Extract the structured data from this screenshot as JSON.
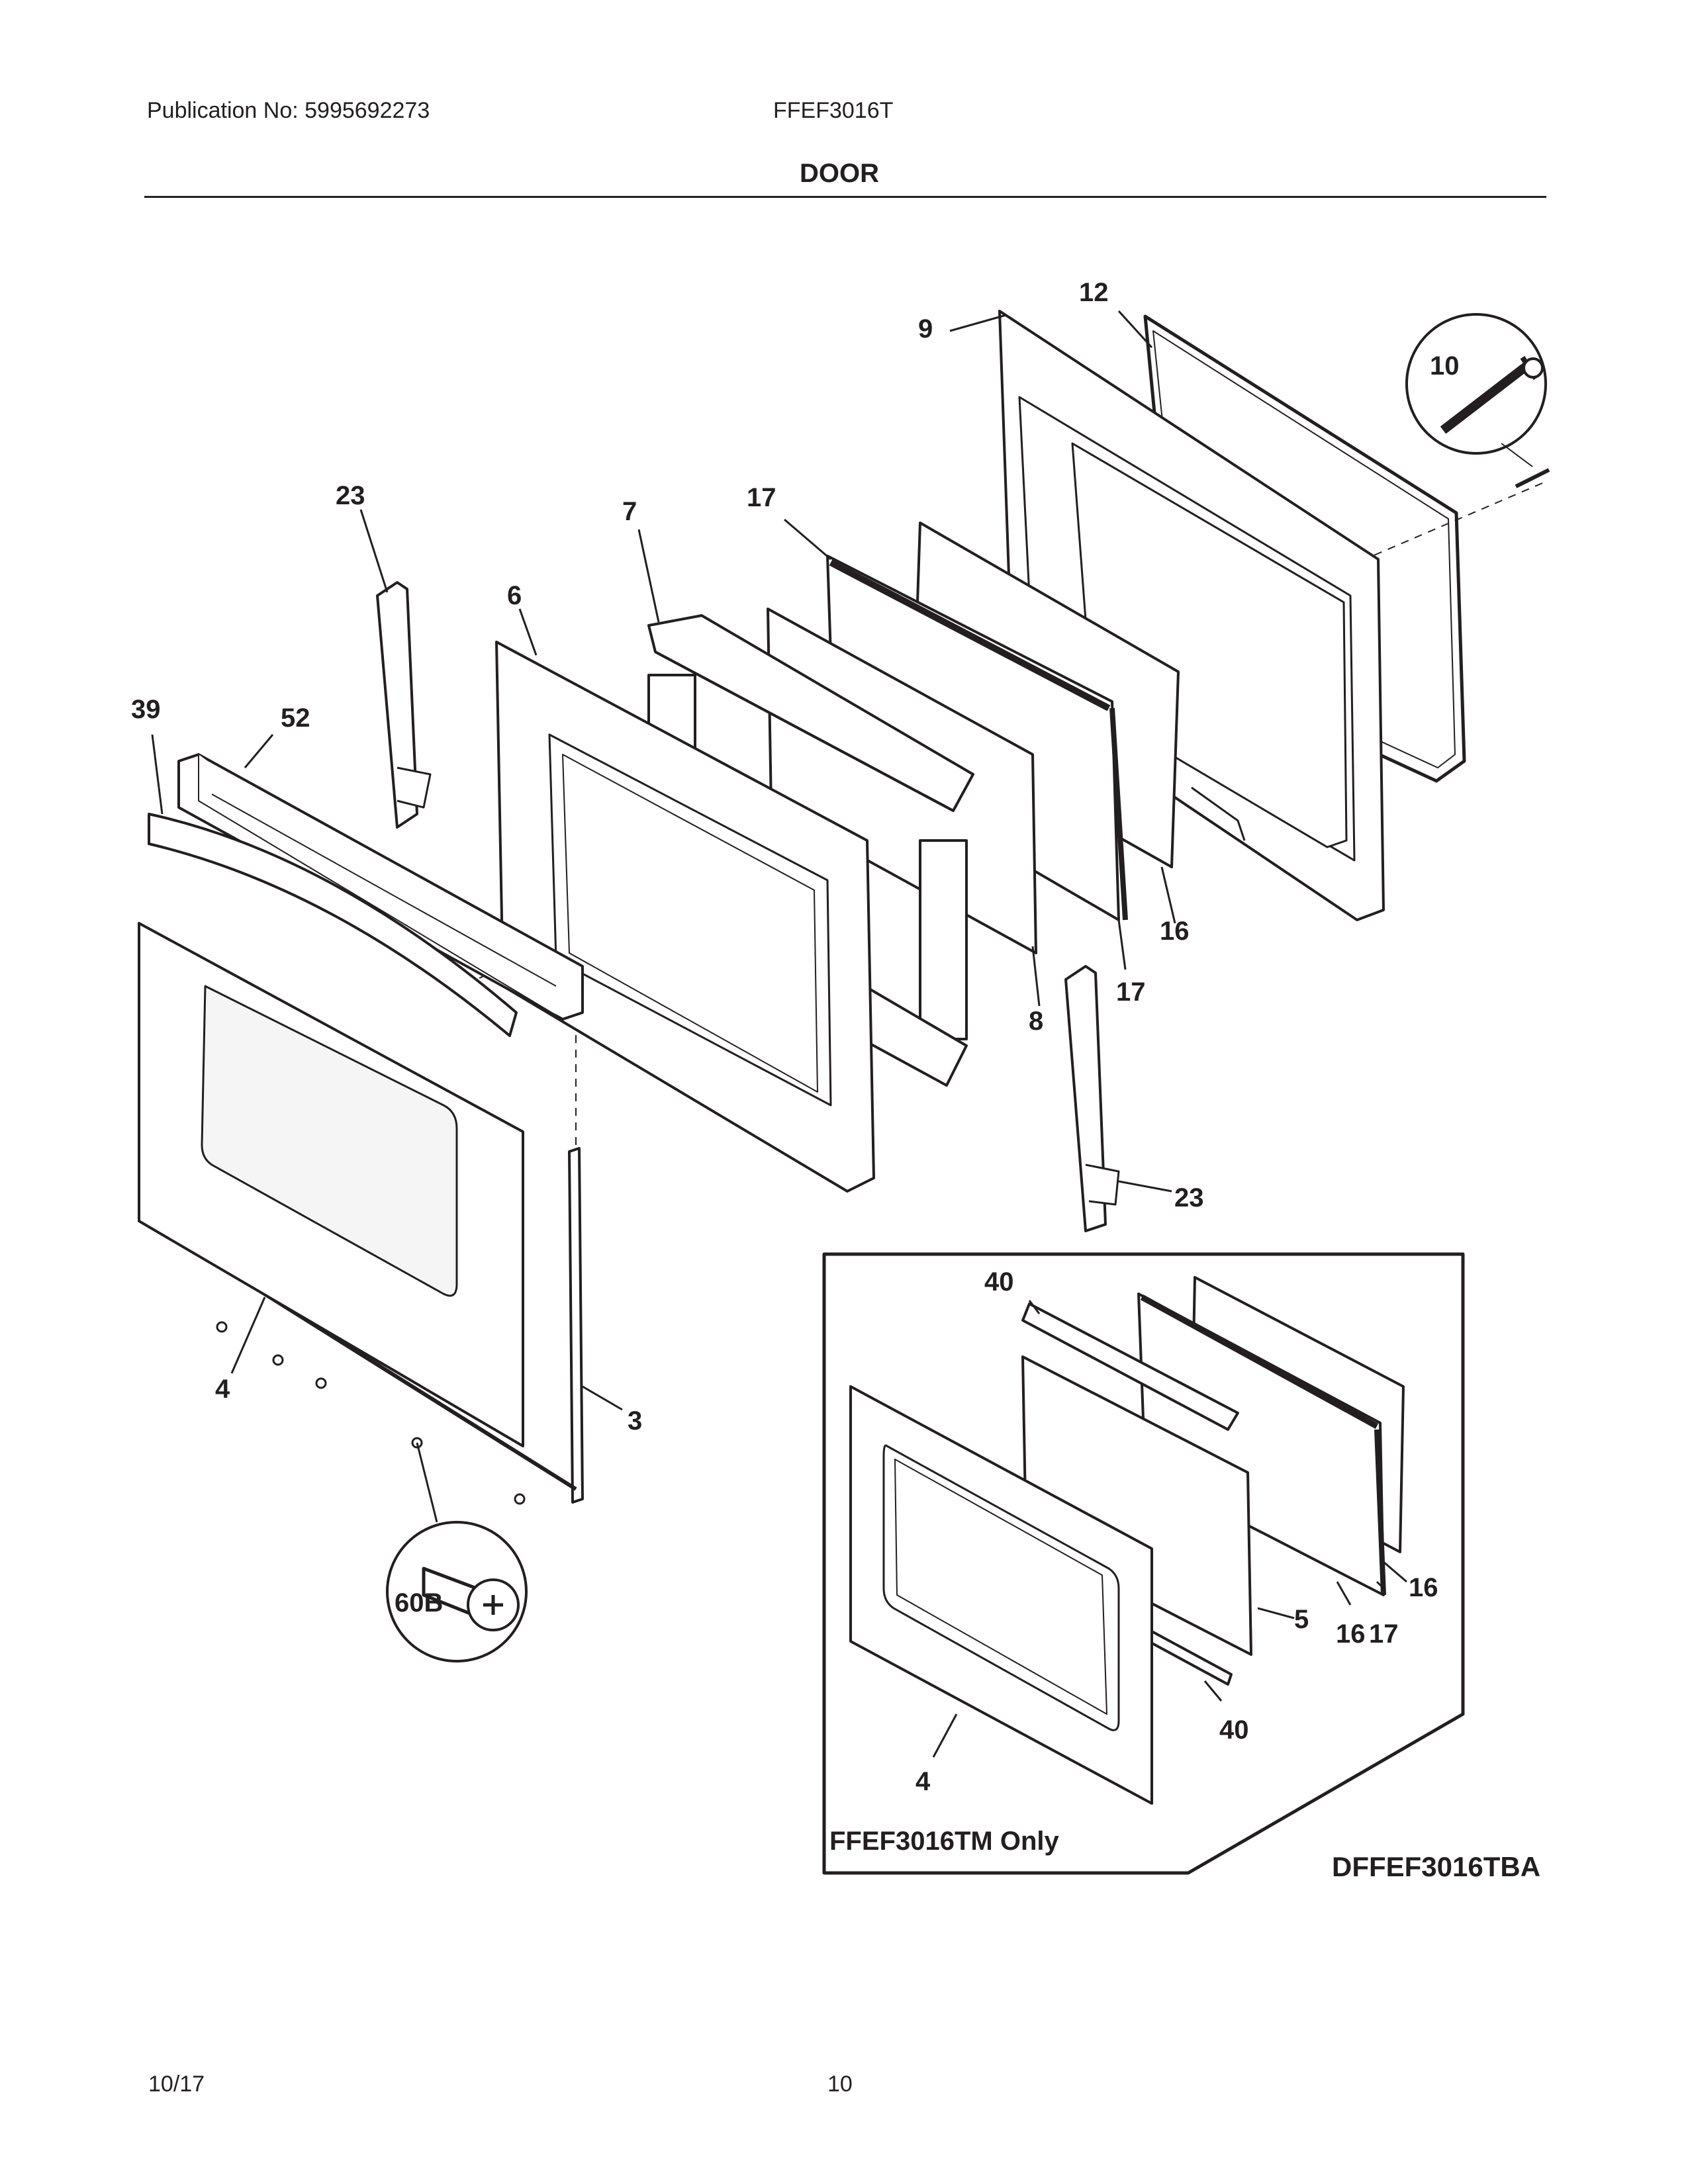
{
  "header": {
    "publication": "Publication No: 5995692273",
    "model": "FFEF3016T",
    "section_title": "DOOR"
  },
  "footer": {
    "date": "10/17",
    "page_number": "10"
  },
  "callouts": {
    "c12": "12",
    "c9": "9",
    "c10": "10",
    "c23_top": "23",
    "c7": "7",
    "c17_top": "17",
    "c6": "6",
    "c39": "39",
    "c52": "52",
    "c16_main": "16",
    "c17_main": "17",
    "c8": "8",
    "c23_bottom": "23",
    "c4_main": "4",
    "c3": "3",
    "c60b": "60B",
    "c40_top": "40",
    "c16_inset_a": "16",
    "c5": "5",
    "c16_inset_b": "16",
    "c17_inset": "17",
    "c40_bottom": "40",
    "c4_inset": "4"
  },
  "inset": {
    "label": "FFEF3016TM Only"
  },
  "diagram_id": "DFFEF3016TBA",
  "colors": {
    "ink": "#231f20",
    "paper": "#ffffff",
    "light_fill": "#f5f5f5"
  }
}
